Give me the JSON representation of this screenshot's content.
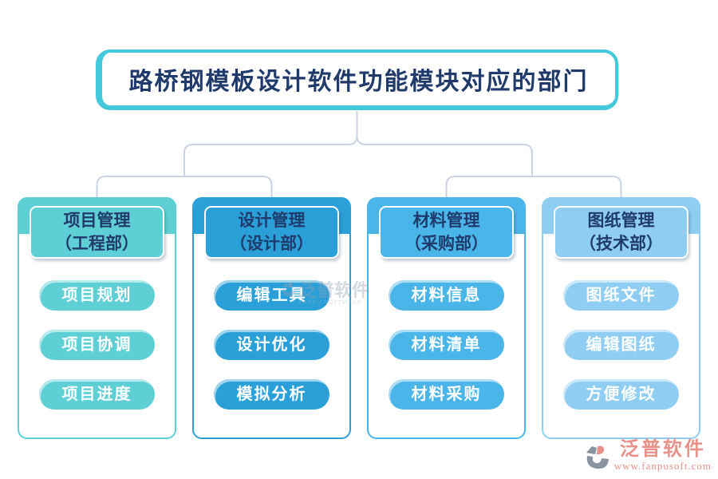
{
  "title": "路桥钢模板设计软件功能模块对应的部门",
  "columns": [
    {
      "name": "项目管理",
      "dept": "（工程部）",
      "color": "#5ECFD5",
      "items": [
        "项目规划",
        "项目协调",
        "项目进度"
      ]
    },
    {
      "name": "设计管理",
      "dept": "（设计部）",
      "color": "#2A9FD8",
      "items": [
        "编辑工具",
        "设计优化",
        "模拟分析"
      ]
    },
    {
      "name": "材料管理",
      "dept": "（采购部）",
      "color": "#49B5E9",
      "items": [
        "材料信息",
        "材料清单",
        "材料采购"
      ]
    },
    {
      "name": "图纸管理",
      "dept": "（技术部）",
      "color": "#8FCEF2",
      "items": [
        "图纸文件",
        "编辑图纸",
        "方便修改"
      ]
    }
  ],
  "watermark": {
    "text": "泛普软件",
    "subtext": "FANPU SOFTWARE"
  },
  "footer": {
    "brand": "泛普软件",
    "url": "www.fanpusoft.com"
  },
  "colors": {
    "title_border": "#43C9D9",
    "heading_text": "#1F3A6B",
    "connector_line": "#C9D3E3",
    "brand_text": "#E8918A",
    "brand_icon_gray": "#8A93A0"
  }
}
